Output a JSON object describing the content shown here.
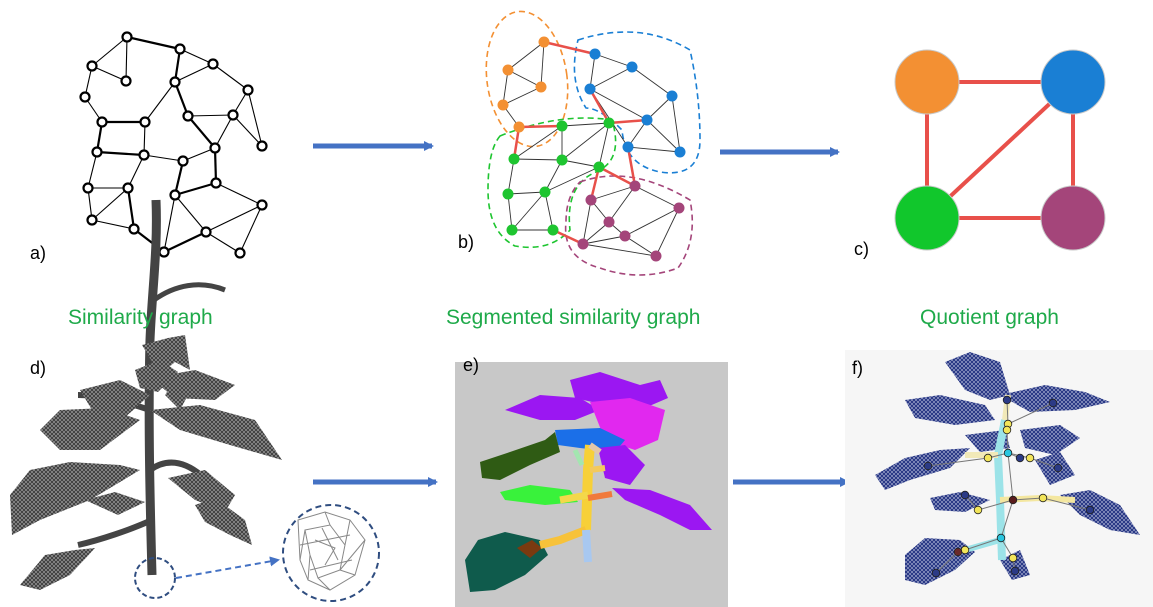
{
  "panel_labels": {
    "a": "a)",
    "b": "b)",
    "c": "c)",
    "d": "d)",
    "e": "e)",
    "f": "f)"
  },
  "captions": {
    "similarity": "Similarity graph",
    "segmented": "Segmented similarity graph",
    "quotient": "Quotient graph"
  },
  "colors": {
    "caption": "#1faa4a",
    "arrow": "#4472c4",
    "edge_inter": "#e8504a",
    "cluster_orange": "#f39033",
    "cluster_blue": "#1a7fd4",
    "cluster_green": "#1ec530",
    "cluster_purple": "#a4457a",
    "zoom_circle": "#2f4d80"
  }
}
